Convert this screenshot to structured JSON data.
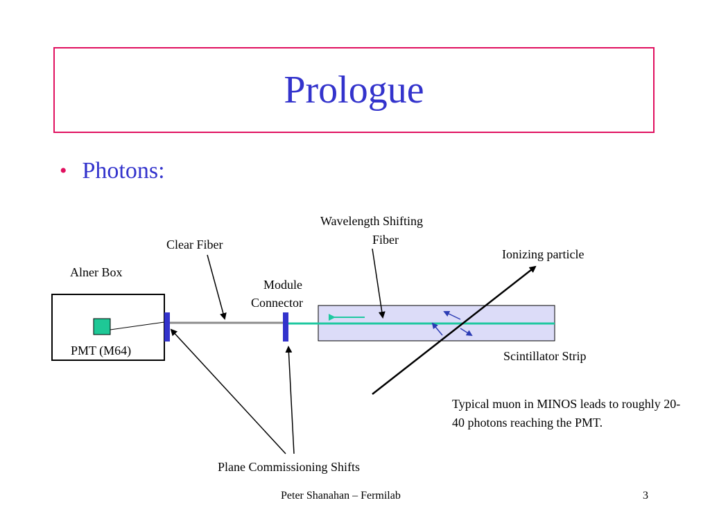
{
  "slide": {
    "title": "Prologue",
    "bullet": "Photons:",
    "footer_author": "Peter Shanahan – Fermilab",
    "page_number": "3"
  },
  "diagram": {
    "labels": {
      "alner_box": "Alner Box",
      "pmt": "PMT (M64)",
      "clear_fiber": "Clear Fiber",
      "module_connector_line1": "Module",
      "module_connector_line2": "Connector",
      "wls_fiber_line1": "Wavelength Shifting",
      "wls_fiber_line2": "Fiber",
      "ionizing_particle": "Ionizing particle",
      "scintillator_strip": "Scintillator Strip",
      "plane_commissioning": "Plane Commissioning Shifts"
    },
    "note": "Typical muon in MINOS leads to roughly 20-40 photons reaching the PMT.",
    "colors": {
      "title": "#3333cc",
      "title_border": "#e0105f",
      "bullet": "#e0105f",
      "pmt_fill": "#1ec896",
      "connector": "#3333cc",
      "wls_fiber": "#1ec8a0",
      "clear_fiber": "#8c8c8c",
      "scintillator_fill": "#dcdcf8",
      "photon_arrow": "#2c3cb4"
    }
  }
}
